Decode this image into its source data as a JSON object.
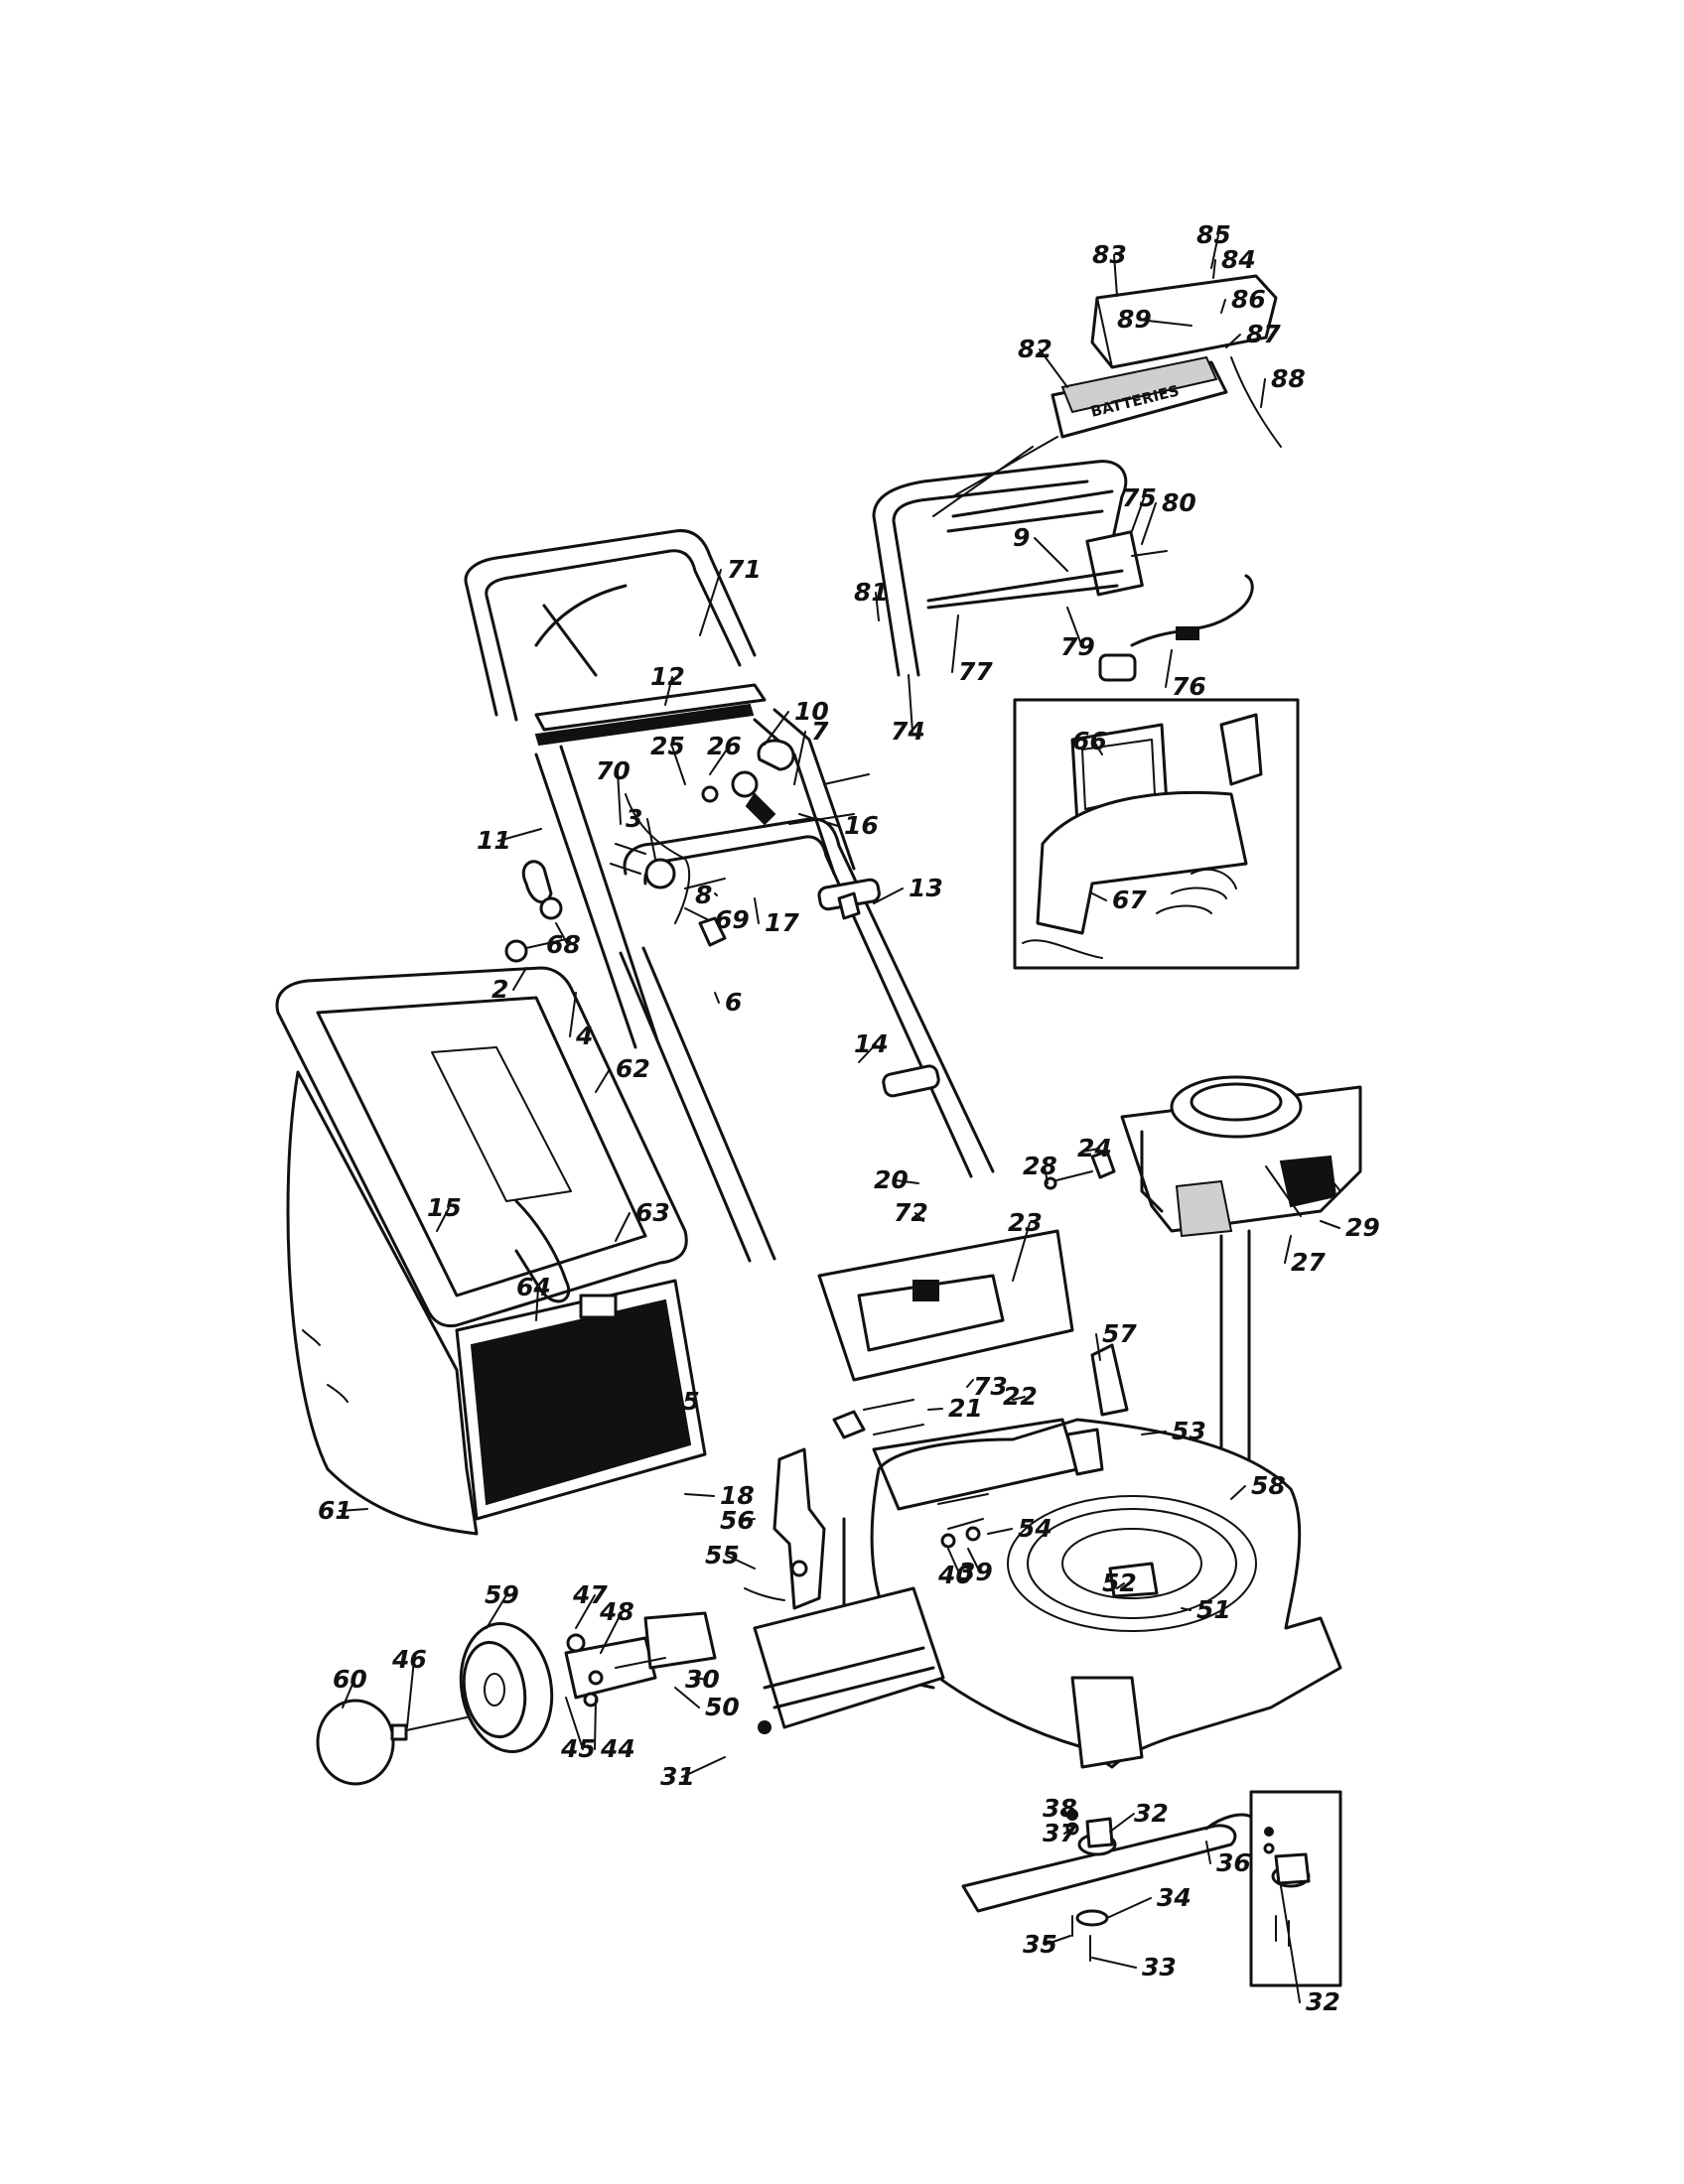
{
  "parts": [
    "85",
    "84",
    "83",
    "86",
    "89",
    "87",
    "82",
    "88",
    "75",
    "80",
    "9",
    "81",
    "79",
    "77",
    "74",
    "76",
    "71",
    "12",
    "10",
    "7",
    "25",
    "26",
    "70",
    "11",
    "16",
    "3",
    "8",
    "69",
    "17",
    "68",
    "2",
    "13",
    "6",
    "4",
    "14",
    "66",
    "67",
    "62",
    "15",
    "63",
    "20",
    "72",
    "23",
    "28",
    "24",
    "29",
    "27",
    "64",
    "65",
    "61",
    "18",
    "57",
    "73",
    "21",
    "22",
    "53",
    "58",
    "56",
    "54",
    "55",
    "40",
    "39",
    "52",
    "51",
    "47",
    "48",
    "59",
    "30",
    "50",
    "60",
    "46",
    "45",
    "44",
    "31",
    "38",
    "37",
    "36",
    "34",
    "35",
    "33",
    "32"
  ],
  "inset_labels": {
    "battery_pack": "BATTERIES"
  }
}
